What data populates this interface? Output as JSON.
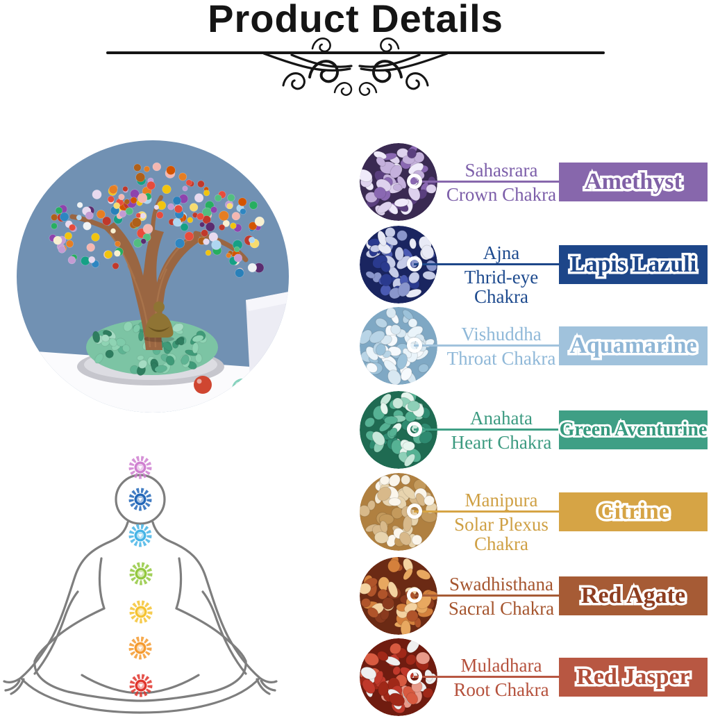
{
  "page": {
    "title": "Product Details",
    "title_color": "#151515",
    "divider_color": "#151515",
    "background": "#ffffff"
  },
  "product_photo": {
    "description": "seven-chakra-crystal-tree-with-buddha-statue",
    "sky_color": "#7191b3",
    "table_color": "#fbfbfd",
    "box_color": "#ececf4",
    "box_top_color": "#f6f6fb",
    "trunk_color": "#9a6642",
    "trunk_shade": "#b07a50",
    "base_plate_color": "#c6c6cd",
    "base_plate_inner": "#dcdce2",
    "mound_base_color": "#7cc4a4",
    "mound_colors": [
      "#5fb493",
      "#7fcbaa",
      "#3f9a78",
      "#a5dcc3",
      "#2e7d5f",
      "#8fd4b4"
    ],
    "leaf_colors": [
      "#c0392b",
      "#e67e22",
      "#f1c40f",
      "#27ae60",
      "#2980b9",
      "#8e44ad",
      "#e8daef",
      "#f5b7b1",
      "#d35400",
      "#16a085",
      "#e74c3c",
      "#f8f0d0",
      "#5b2c6f",
      "#2e86c1",
      "#f0f3f4",
      "#af601a",
      "#52be80",
      "#c39bd3",
      "#f7dc6f",
      "#aed6f1"
    ],
    "buddha_color": "#8f7434",
    "buddha_shade": "#6b541f",
    "ball_red": "#cf4631",
    "ball_teal": "#86d2bd"
  },
  "meditation": {
    "outline_color": "#7e7e7e",
    "chakras": [
      {
        "name": "crown",
        "color": "#cf7fd0"
      },
      {
        "name": "third-eye",
        "color": "#2166b8"
      },
      {
        "name": "throat",
        "color": "#45b4e6"
      },
      {
        "name": "heart",
        "color": "#93c83e"
      },
      {
        "name": "solar-plexus",
        "color": "#f5c332"
      },
      {
        "name": "sacral",
        "color": "#f59a2e"
      },
      {
        "name": "root",
        "color": "#e0342b"
      }
    ]
  },
  "rows": [
    {
      "sanskrit": "Sahasrara",
      "chakra": "Crown Chakra",
      "stone": "Amethyst",
      "banner_color": "#8767ac",
      "banner_text_color": "#8061a6",
      "label_color": "#7c5ea9",
      "line_color": "#8767ac",
      "stone_colors": [
        "#3a2a52",
        "#5a3f7e",
        "#8a68b2",
        "#c4b0dc",
        "#ded2ee",
        "#efeafa"
      ]
    },
    {
      "sanskrit": "Ajna",
      "chakra": "Thrid-eye Chakra",
      "stone": "Lapis Lazuli",
      "banner_color": "#1d4689",
      "banner_text_color": "#1d4689",
      "label_color": "#1d4a8e",
      "line_color": "#1d4689",
      "stone_colors": [
        "#1a2560",
        "#2a3a8e",
        "#4a5ab2",
        "#8a96cc",
        "#c6cce8",
        "#e8eaf6"
      ]
    },
    {
      "sanskrit": "Vishuddha",
      "chakra": "Throat Chakra",
      "stone": "Aquamarine",
      "banner_color": "#a0c2dc",
      "banner_text_color": "#8fb6d6",
      "label_color": "#8fb8d8",
      "line_color": "#a0c2dc",
      "stone_colors": [
        "#7fa8c4",
        "#9cc2da",
        "#b8d4e6",
        "#d8e8f2",
        "#eaf4fa",
        "#f6fafd"
      ]
    },
    {
      "sanskrit": "Anahata",
      "chakra": "Heart Chakra",
      "stone": "Green Aventurine",
      "banner_color": "#3f9f85",
      "banner_text_color": "#35997e",
      "label_color": "#3b9a80",
      "line_color": "#3f9f85",
      "stone_colors": [
        "#1f6b52",
        "#2e8a70",
        "#56b294",
        "#8ed0b8",
        "#c8e8da",
        "#e6f6ee"
      ]
    },
    {
      "sanskrit": "Manipura",
      "chakra": "Solar Plexus Chakra",
      "stone": "Citrine",
      "banner_color": "#d6a445",
      "banner_text_color": "#d6a445",
      "label_color": "#cfa044",
      "line_color": "#d6a445",
      "stone_colors": [
        "#b08040",
        "#c49a5c",
        "#d8b98a",
        "#e8d4ae",
        "#f4ead6",
        "#fbf6ec"
      ]
    },
    {
      "sanskrit": "Swadhisthana",
      "chakra": "Sacral Chakra",
      "stone": "Red Agate",
      "banner_color": "#a65b35",
      "banner_text_color": "#8e3d20",
      "label_color": "#a5552e",
      "line_color": "#a65b35",
      "stone_colors": [
        "#6b2a14",
        "#8a3a1e",
        "#b0542a",
        "#d4803c",
        "#e8a860",
        "#f4d2a0"
      ]
    },
    {
      "sanskrit": "Muladhara",
      "chakra": "Root Chakra",
      "stone": "Red Jasper",
      "banner_color": "#b85742",
      "banner_text_color": "#b14f3a",
      "label_color": "#b5513c",
      "line_color": "#b85742",
      "stone_colors": [
        "#701c10",
        "#a02818",
        "#c0392b",
        "#d85a40",
        "#e89a8a",
        "#efefef"
      ]
    }
  ]
}
